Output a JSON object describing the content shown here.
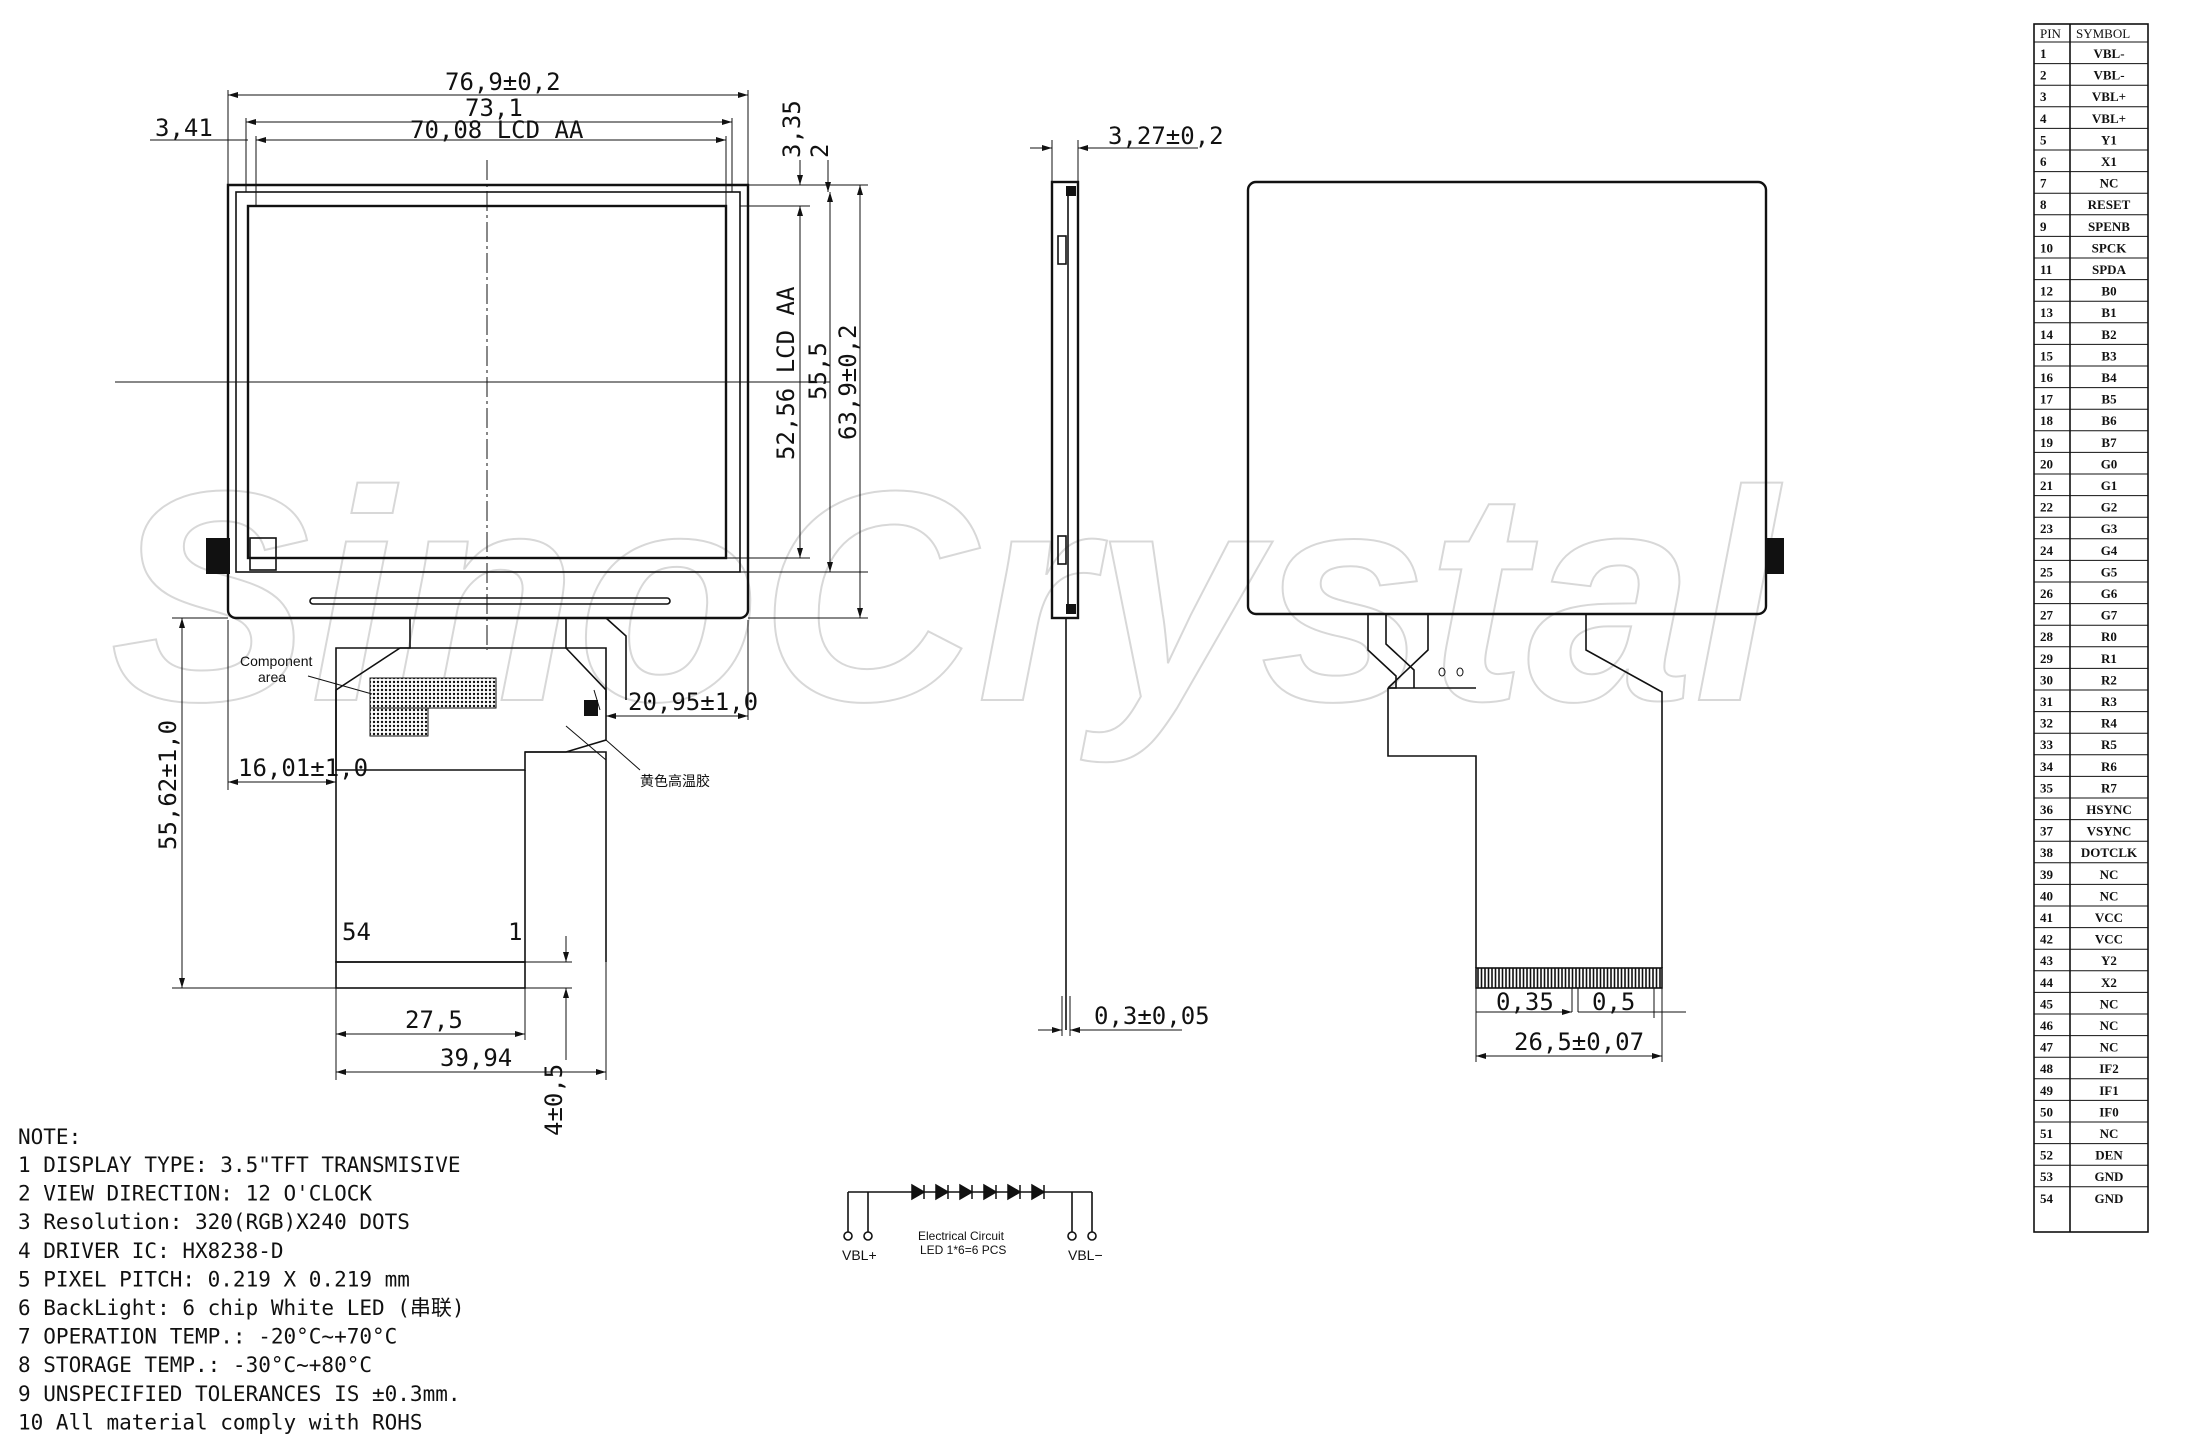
{
  "watermark": "SinoCrystal",
  "front_view": {
    "dim_width_total": "76,9±0,2",
    "dim_width_outline": "73,1",
    "dim_width_aa": "70,08 LCD AA",
    "dim_left_offset": "3,41",
    "dim_top_offset": "3,35",
    "dim_top_gap": "2",
    "dim_height_aa": "52,56 LCD AA",
    "dim_height_outline": "55,5",
    "dim_height_total": "63,9±0,2",
    "component_area_label_line1": "Component",
    "component_area_label_line2": "area",
    "yellow_tape_label": "黄色高温胶",
    "dim_fpc_right": "20,95±1,0",
    "dim_fpc_left": "16,01±1,0",
    "dim_fpc_length": "55,62±1,0",
    "pin_label_54": "54",
    "pin_label_1": "1",
    "dim_fpc_contact_width": "27,5",
    "dim_fpc_width": "39,94",
    "dim_fpc_contact_length": "4±0,5"
  },
  "side_view": {
    "dim_thickness": "3,27±0,2",
    "dim_fpc_thickness": "0,3±0,05"
  },
  "back_view": {
    "dim_pitch_a": "0,35",
    "dim_pitch_b": "0,5",
    "dim_connector_width": "26,5±0,07"
  },
  "circuit": {
    "label_vbl_plus": "VBL+",
    "label_vbl_minus": "VBL−",
    "caption_line1": "Electrical Circuit",
    "caption_line2": "LED 1*6=6 PCS"
  },
  "pin_table": {
    "header_pin": "PIN",
    "header_symbol": "SYMBOL",
    "rows": [
      {
        "pin": "1",
        "symbol": "VBL-"
      },
      {
        "pin": "2",
        "symbol": "VBL-"
      },
      {
        "pin": "3",
        "symbol": "VBL+"
      },
      {
        "pin": "4",
        "symbol": "VBL+"
      },
      {
        "pin": "5",
        "symbol": "Y1"
      },
      {
        "pin": "6",
        "symbol": "X1"
      },
      {
        "pin": "7",
        "symbol": "NC"
      },
      {
        "pin": "8",
        "symbol": "RESET"
      },
      {
        "pin": "9",
        "symbol": "SPENB"
      },
      {
        "pin": "10",
        "symbol": "SPCK"
      },
      {
        "pin": "11",
        "symbol": "SPDA"
      },
      {
        "pin": "12",
        "symbol": "B0"
      },
      {
        "pin": "13",
        "symbol": "B1"
      },
      {
        "pin": "14",
        "symbol": "B2"
      },
      {
        "pin": "15",
        "symbol": "B3"
      },
      {
        "pin": "16",
        "symbol": "B4"
      },
      {
        "pin": "17",
        "symbol": "B5"
      },
      {
        "pin": "18",
        "symbol": "B6"
      },
      {
        "pin": "19",
        "symbol": "B7"
      },
      {
        "pin": "20",
        "symbol": "G0"
      },
      {
        "pin": "21",
        "symbol": "G1"
      },
      {
        "pin": "22",
        "symbol": "G2"
      },
      {
        "pin": "23",
        "symbol": "G3"
      },
      {
        "pin": "24",
        "symbol": "G4"
      },
      {
        "pin": "25",
        "symbol": "G5"
      },
      {
        "pin": "26",
        "symbol": "G6"
      },
      {
        "pin": "27",
        "symbol": "G7"
      },
      {
        "pin": "28",
        "symbol": "R0"
      },
      {
        "pin": "29",
        "symbol": "R1"
      },
      {
        "pin": "30",
        "symbol": "R2"
      },
      {
        "pin": "31",
        "symbol": "R3"
      },
      {
        "pin": "32",
        "symbol": "R4"
      },
      {
        "pin": "33",
        "symbol": "R5"
      },
      {
        "pin": "34",
        "symbol": "R6"
      },
      {
        "pin": "35",
        "symbol": "R7"
      },
      {
        "pin": "36",
        "symbol": "HSYNC"
      },
      {
        "pin": "37",
        "symbol": "VSYNC"
      },
      {
        "pin": "38",
        "symbol": "DOTCLK"
      },
      {
        "pin": "39",
        "symbol": "NC"
      },
      {
        "pin": "40",
        "symbol": "NC"
      },
      {
        "pin": "41",
        "symbol": "VCC"
      },
      {
        "pin": "42",
        "symbol": "VCC"
      },
      {
        "pin": "43",
        "symbol": "Y2"
      },
      {
        "pin": "44",
        "symbol": "X2"
      },
      {
        "pin": "45",
        "symbol": "NC"
      },
      {
        "pin": "46",
        "symbol": "NC"
      },
      {
        "pin": "47",
        "symbol": "NC"
      },
      {
        "pin": "48",
        "symbol": "IF2"
      },
      {
        "pin": "49",
        "symbol": "IF1"
      },
      {
        "pin": "50",
        "symbol": "IF0"
      },
      {
        "pin": "51",
        "symbol": "NC"
      },
      {
        "pin": "52",
        "symbol": "DEN"
      },
      {
        "pin": "53",
        "symbol": "GND"
      },
      {
        "pin": "54",
        "symbol": "GND"
      }
    ]
  },
  "notes": {
    "title": "NOTE:",
    "items": [
      "1 DISPLAY TYPE: 3.5\"TFT TRANSMISIVE",
      "2 VIEW DIRECTION: 12 O'CLOCK",
      "3 Resolution: 320(RGB)X240 DOTS",
      "4 DRIVER IC: HX8238-D",
      "5 PIXEL PITCH: 0.219 X 0.219 mm",
      "6 BackLight: 6 chip White LED (串联)",
      "7 OPERATION TEMP.: -20°C~+70°C",
      "8 STORAGE TEMP.:       -30°C~+80°C",
      "9 UNSPECIFIED TOLERANCES IS ±0.3mm.",
      "10 All material comply with ROHS"
    ]
  }
}
